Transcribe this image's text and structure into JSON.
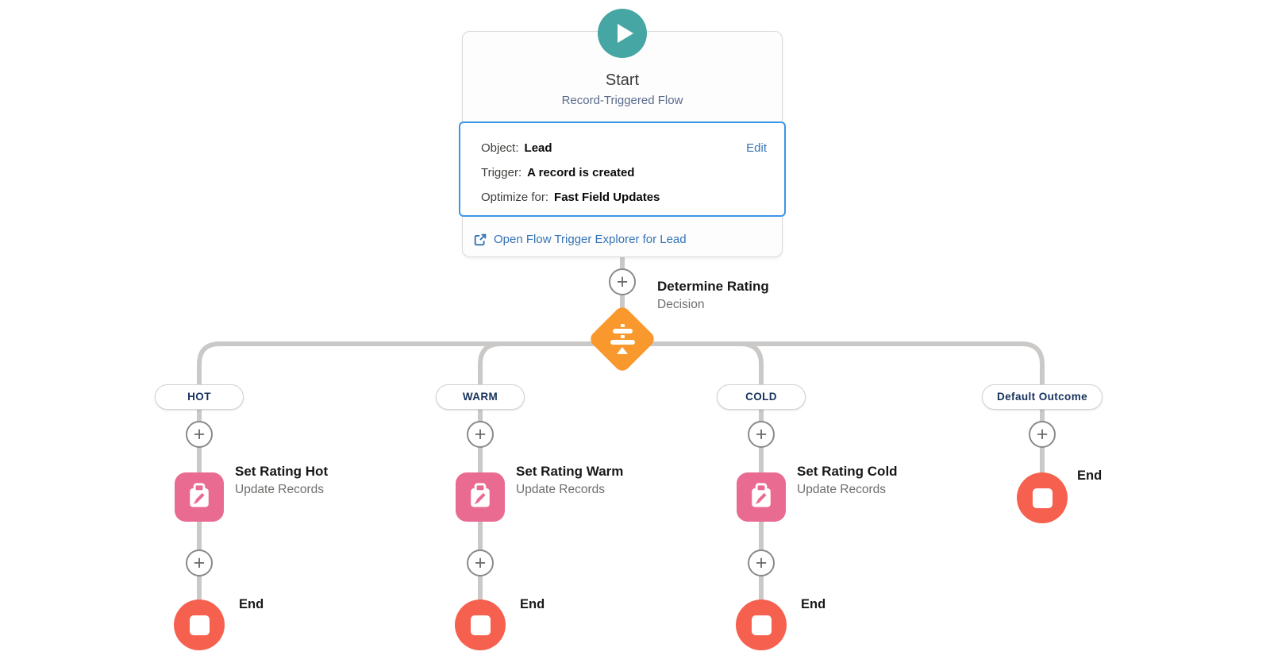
{
  "icons": {
    "plus": "+"
  },
  "colors": {
    "teal": "#45A6A3",
    "orange": "#F8982D",
    "pink": "#EA6B92",
    "red": "#F6604E",
    "connector": "#CBC9C7",
    "accent_blue": "#3B96E6",
    "link_blue": "#3473B5",
    "navy": "#16325C"
  },
  "start": {
    "title": "Start",
    "subtitle": "Record-Triggered Flow",
    "fields": [
      {
        "label": "Object:",
        "value": "Lead"
      },
      {
        "label": "Trigger:",
        "value": "A record is created"
      },
      {
        "label": "Optimize for:",
        "value": "Fast Field Updates"
      }
    ],
    "edit_label": "Edit",
    "explorer_link_label": "Open Flow Trigger Explorer for Lead"
  },
  "decision": {
    "title": "Determine Rating",
    "subtitle": "Decision"
  },
  "branches": [
    {
      "outcome": "HOT",
      "title": "Set Rating Hot",
      "subtitle": "Update Records",
      "end_label": "End"
    },
    {
      "outcome": "WARM",
      "title": "Set Rating Warm",
      "subtitle": "Update Records",
      "end_label": "End"
    },
    {
      "outcome": "COLD",
      "title": "Set Rating Cold",
      "subtitle": "Update Records",
      "end_label": "End"
    },
    {
      "outcome": "Default Outcome",
      "end_label": "End"
    }
  ]
}
